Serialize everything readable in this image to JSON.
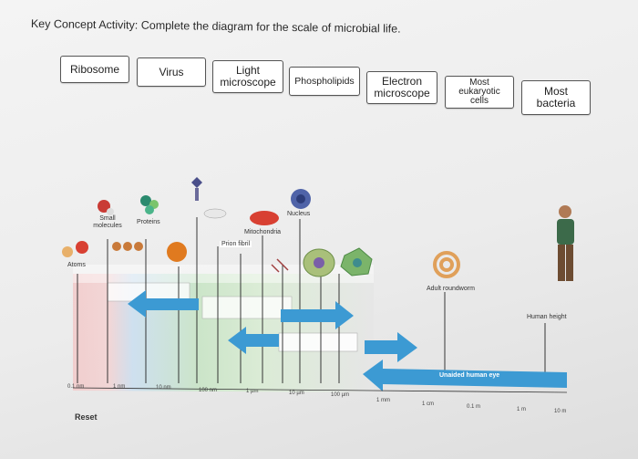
{
  "question": {
    "title": "Key Concept Activity: Complete the diagram for the scale of microbial life."
  },
  "answer_bank": [
    {
      "label": "Ribosome"
    },
    {
      "label": "Virus"
    },
    {
      "label": "Light microscope"
    },
    {
      "label": "Phospholipids"
    },
    {
      "label": "Electron microscope"
    },
    {
      "label": "Most eukaryotic cells"
    },
    {
      "label": "Most bacteria"
    }
  ],
  "diagram": {
    "labels": {
      "atoms": "Atoms",
      "small_molecules": "Small molecules",
      "proteins": "Proteins",
      "nucleus": "Nucleus",
      "mitochondria": "Mitochondria",
      "prion_fibril": "Prion fibril",
      "adult_roundworm": "Adult roundworm",
      "human_height": "Human height",
      "unaided_eye": "Unaided human eye"
    },
    "scale_ticks": [
      "0.1 nm",
      "1 nm",
      "10 nm",
      "100 nm",
      "1 µm",
      "10 µm",
      "100 µm",
      "1 mm",
      "1 cm",
      "0.1 m",
      "1 m",
      "10 m"
    ]
  },
  "controls": {
    "reset_label": "Reset"
  }
}
